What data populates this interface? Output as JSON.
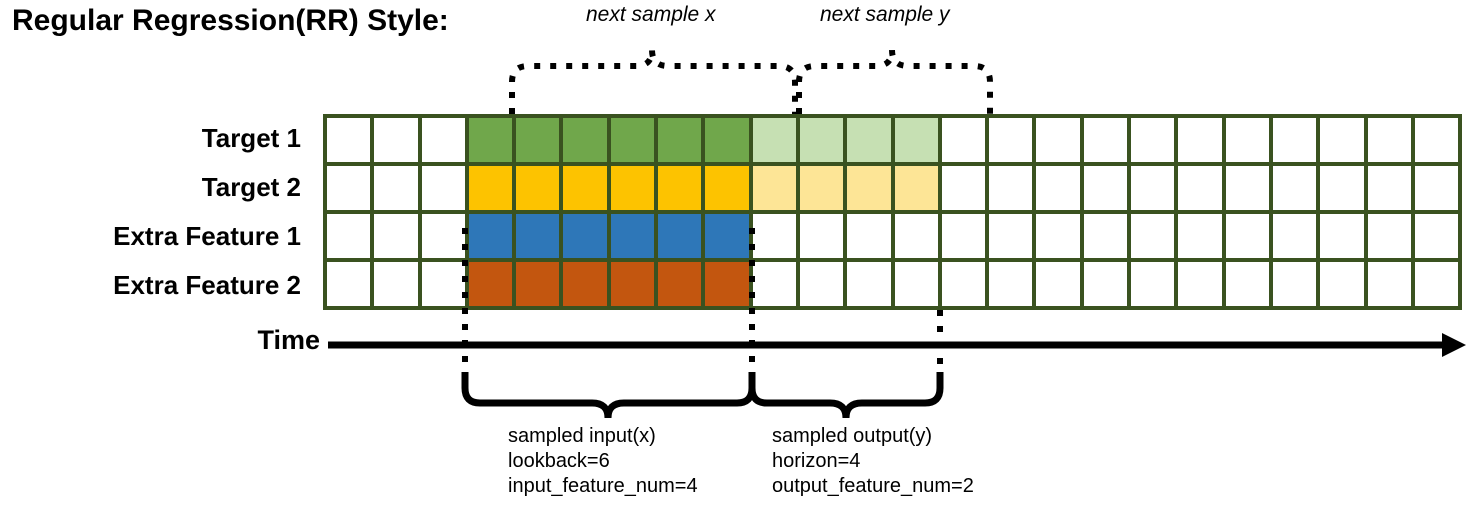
{
  "title": "Regular Regression(RR) Style:",
  "top_braces": [
    {
      "label": "next sample x"
    },
    {
      "label": "next sample y"
    }
  ],
  "axis": {
    "label": "Time",
    "direction": "right-arrow"
  },
  "rows": [
    {
      "label": "Target 1",
      "color": "#70a74b",
      "light_color": "#c6e0b3"
    },
    {
      "label": "Target 2",
      "color": "#fdc300",
      "light_color": "#fde596"
    },
    {
      "label": "Extra Feature 1",
      "color": "#2e77b8",
      "light_color": null
    },
    {
      "label": "Extra Feature 2",
      "color": "#c3560f",
      "light_color": null
    }
  ],
  "grid": {
    "total_columns": 24,
    "lead_blank_columns": 3,
    "input_columns": 6,
    "output_columns": 4,
    "trailing_blank_columns": 11,
    "line_color": "#3a5220",
    "empty_cell_color": "#ffffff"
  },
  "captions": {
    "input": {
      "line1": "sampled input(x)",
      "line2": "lookback=6",
      "line3": "input_feature_num=4"
    },
    "output": {
      "line1": "sampled output(y)",
      "line2": "horizon=4",
      "line3": "output_feature_num=2"
    }
  },
  "colors": {
    "grid_line": "#3a5220",
    "green": "#70a74b",
    "yellow": "#fdc300",
    "blue": "#2e77b8",
    "orange": "#c3560f",
    "light_green": "#c6e0b3",
    "light_yellow": "#fde596",
    "ink": "#000000"
  }
}
